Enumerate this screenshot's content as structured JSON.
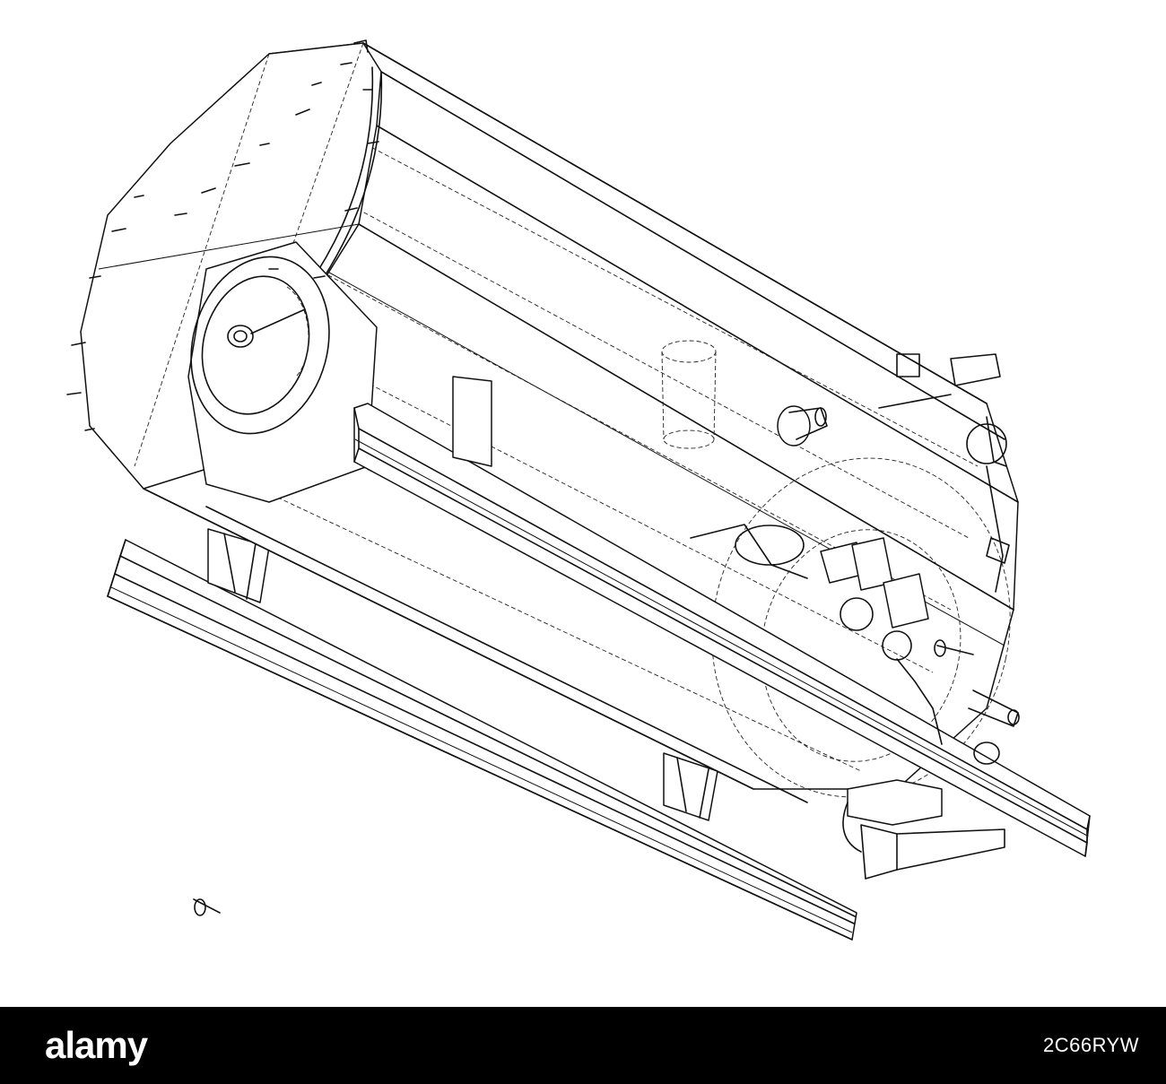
{
  "footer": {
    "logo_text": "alamy",
    "image_id": "2C66RYW",
    "background_color": "#000000",
    "text_color": "#ffffff"
  },
  "drawing": {
    "style": "wireframe line drawing",
    "line_color": "#111111",
    "background_color": "#ffffff"
  }
}
